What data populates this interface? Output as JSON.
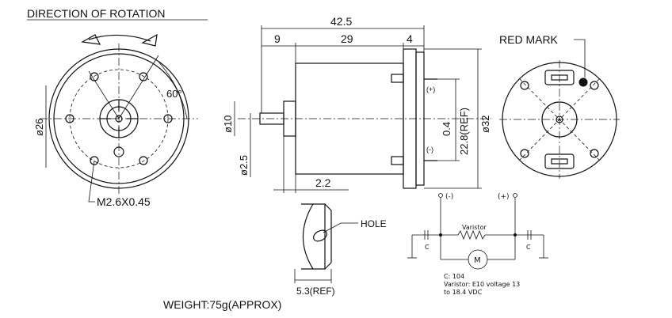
{
  "title": "DIRECTION OF ROTATION",
  "labels": {
    "red_mark": "RED MARK",
    "screw": "M2.6X0.45",
    "hole": "HOLE",
    "weight": "WEIGHT:75g(APPROX)",
    "angle": "60°",
    "plus": "(+)",
    "minus": "(-)"
  },
  "dimensions": {
    "overall_length": "42.5",
    "shaft_ext": "9",
    "body_len": "29",
    "end_cap": "4",
    "dia_26": "ø26",
    "dia_32": "ø32",
    "dia_10": "ø10",
    "dia_2_5": "ø2.5",
    "flat": "2.2",
    "ref_22_8": "22.8(REF)",
    "term_0_4": "0.4",
    "ref_5_3": "5.3(REF)"
  },
  "circuit": {
    "minus_label": "(-)",
    "plus_label": "(+)",
    "varistor_label": "Varistor",
    "cap_label_left": "C",
    "cap_label_right": "C",
    "motor_label": "M",
    "note_line1": "C: 104",
    "note_line2": "Varistor: E10 voltage 13",
    "note_line3": "to 18.4 VDC"
  },
  "colors": {
    "ink": "#111111",
    "red_mark": "#111111"
  }
}
